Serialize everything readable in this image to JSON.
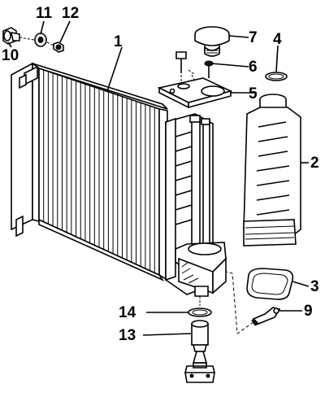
{
  "callouts": {
    "c1": "1",
    "c2": "2",
    "c3": "3",
    "c4": "4",
    "c5": "5",
    "c6": "6",
    "c7": "7",
    "c9": "9",
    "c10": "10",
    "c11": "11",
    "c12": "12",
    "c13": "13",
    "c14": "14"
  }
}
